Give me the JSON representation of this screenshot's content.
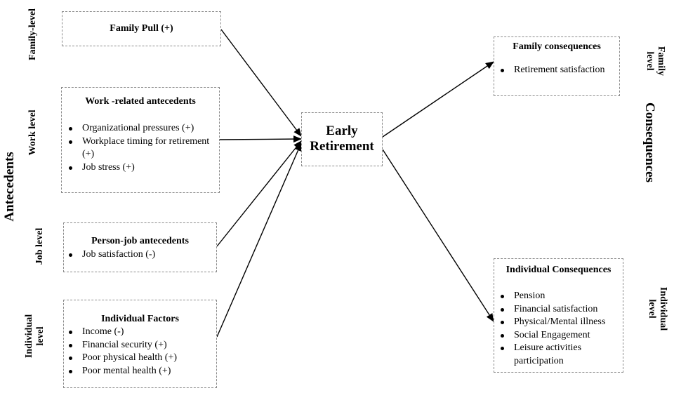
{
  "side_labels": {
    "antecedents": "Antecedents",
    "consequences": "Consequences",
    "family_level_left": "Family-level",
    "work_level": "Work level",
    "job_level": "Job level",
    "individual_level_left": [
      "Individual",
      "level"
    ],
    "family_level_right": [
      "Family",
      "level"
    ],
    "individual_level_right": [
      "Individual",
      "level"
    ]
  },
  "center": {
    "line1": "Early",
    "line2": "Retirement"
  },
  "family_pull": {
    "title": "Family Pull (+)"
  },
  "work_related": {
    "title": "Work -related antecedents",
    "items": [
      "Organizational pressures (+)",
      "Workplace timing for retirement (+)",
      "Job stress (+)"
    ]
  },
  "person_job": {
    "title": "Person-job antecedents",
    "items": [
      "Job satisfaction (-)"
    ]
  },
  "individual_factors": {
    "title": "Individual Factors",
    "items": [
      "Income (-)",
      "Financial security (+)",
      "Poor physical health (+)",
      "Poor mental health (+)"
    ]
  },
  "family_consequences": {
    "title": "Family consequences",
    "items": [
      "Retirement satisfaction"
    ]
  },
  "individual_consequences": {
    "title": "Individual Consequences",
    "items": [
      "Pension",
      "Financial satisfaction",
      "Physical/Mental illness",
      "Social Engagement",
      "Leisure activities participation"
    ]
  }
}
